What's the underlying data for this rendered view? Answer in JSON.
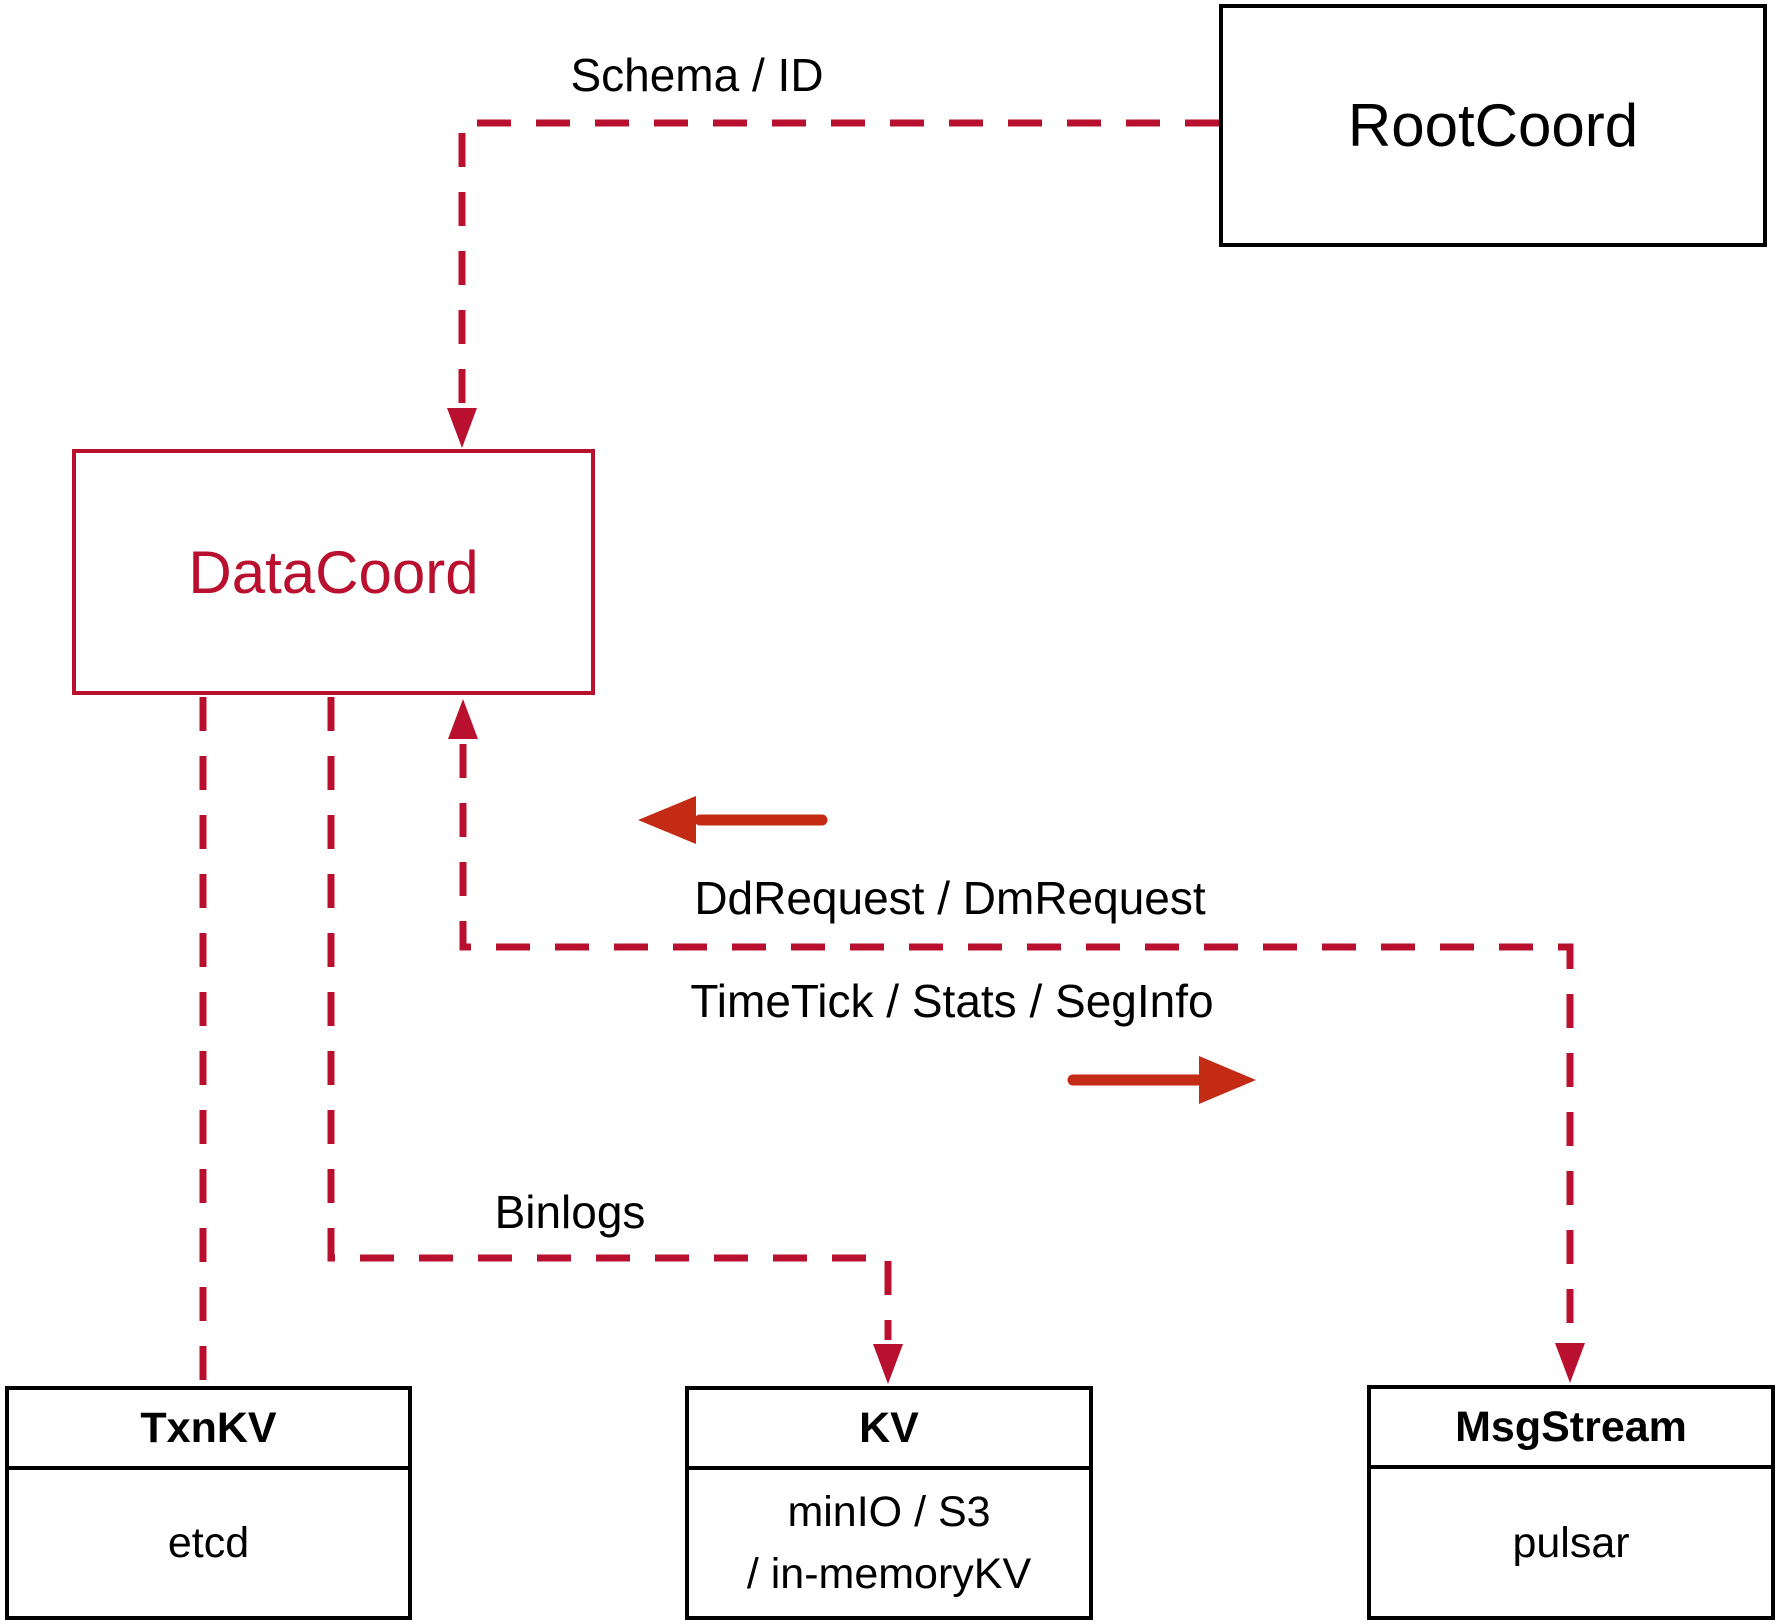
{
  "diagram": {
    "colors": {
      "line_red": "#b8102e",
      "arrow_red": "#c42b14",
      "box_border_black": "#000000",
      "background": "#ffffff"
    },
    "nodes": {
      "rootcoord": {
        "label": "RootCoord"
      },
      "datacoord": {
        "label": "DataCoord"
      },
      "txnkv": {
        "title": "TxnKV",
        "body": "etcd"
      },
      "kv": {
        "title": "KV",
        "body_line1": "minIO / S3",
        "body_line2": "/ in-memoryKV"
      },
      "msgstream": {
        "title": "MsgStream",
        "body": "pulsar"
      }
    },
    "edges": [
      {
        "id": "rootcoord-to-datacoord",
        "from": "RootCoord",
        "to": "DataCoord",
        "label": "Schema / ID",
        "style": "dashed"
      },
      {
        "id": "datacoord-to-txnkv",
        "from": "DataCoord",
        "to": "TxnKV",
        "label": "",
        "style": "dashed"
      },
      {
        "id": "datacoord-to-kv",
        "from": "DataCoord",
        "to": "KV",
        "label": "Binlogs",
        "style": "dashed"
      },
      {
        "id": "datacoord-msgstream-channel",
        "from": "DataCoord",
        "to": "MsgStream",
        "label_incoming": "DdRequest / DmRequest",
        "label_outgoing": "TimeTick / Stats / SegInfo",
        "style": "dashed"
      }
    ]
  }
}
